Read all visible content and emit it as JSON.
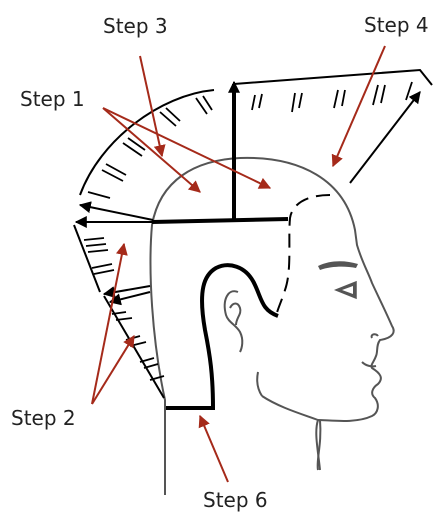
{
  "labels": {
    "step1": "Step 1",
    "step2": "Step 2",
    "step3": "Step 3",
    "step4": "Step 4",
    "step6": "Step 6"
  },
  "colors": {
    "arrow": "#a52a1a",
    "line": "#000000",
    "head": "#555555",
    "text": "#222222"
  },
  "icons": {
    "figure": "head-profile-illustration",
    "pointer": "red-arrow"
  }
}
